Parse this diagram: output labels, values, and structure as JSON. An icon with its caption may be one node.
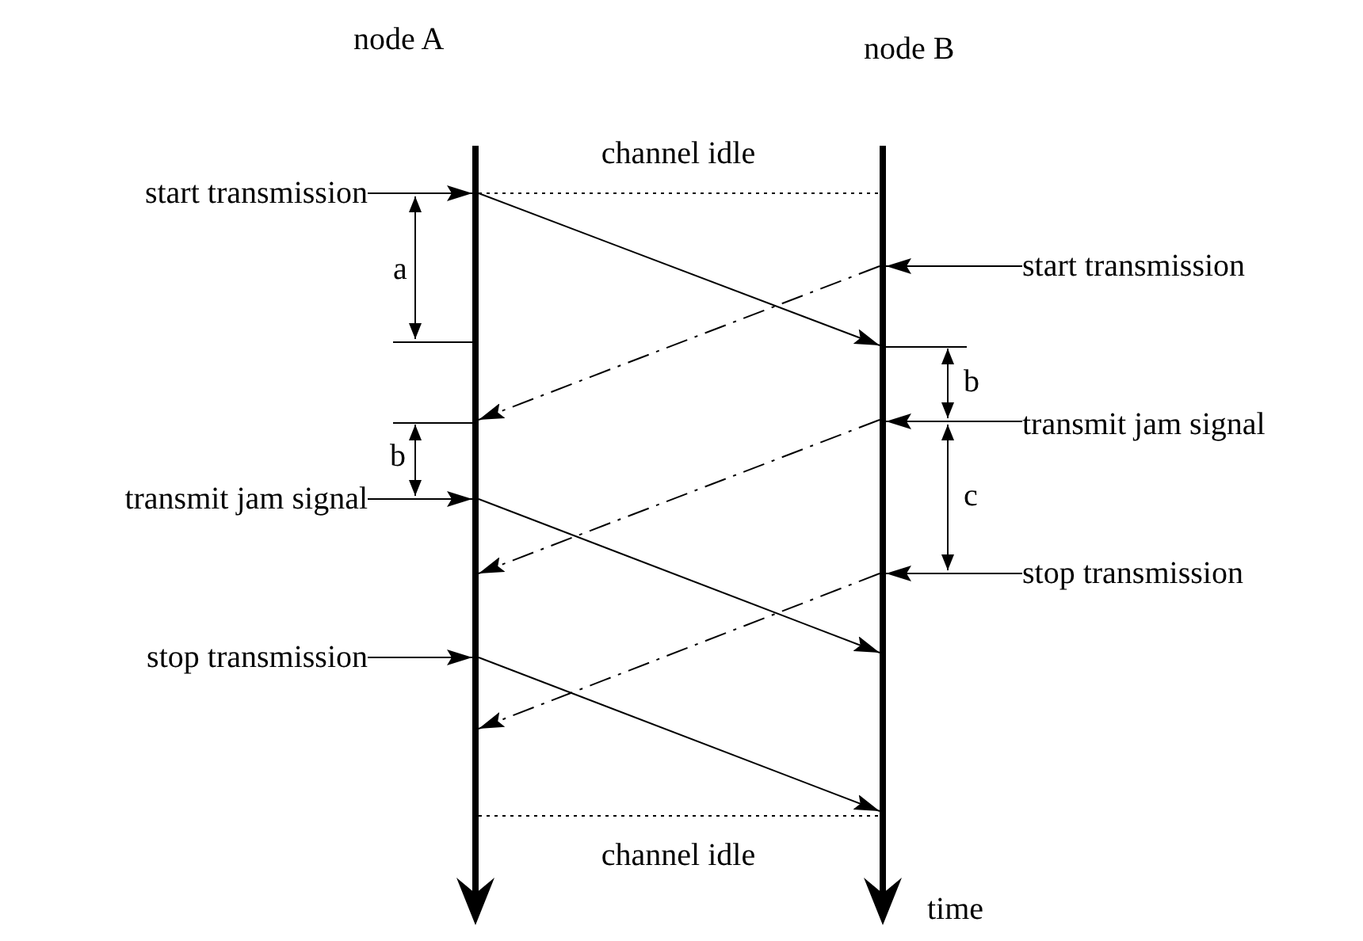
{
  "diagram": {
    "nodes": [
      {
        "text": [
          "node A"
        ]
      },
      {
        "text": [
          "node B"
        ]
      },
      {
        "text": [
          "start transmission"
        ]
      },
      {
        "text": [
          "transmit jam signal"
        ]
      },
      {
        "text": [
          "stop transmission"
        ]
      },
      {
        "text": [
          "start transmission"
        ]
      },
      {
        "text": [
          "transmit jam signal"
        ]
      },
      {
        "text": [
          "stop transmission"
        ]
      }
    ],
    "edges": [
      {
        "from": 2,
        "to": 0,
        "arrow": "to"
      },
      {
        "from": 3,
        "to": 0,
        "arrow": "to"
      },
      {
        "from": 4,
        "to": 0,
        "arrow": "to"
      },
      {
        "from": 5,
        "to": 1,
        "arrow": "to"
      },
      {
        "from": 6,
        "to": 1,
        "arrow": "to"
      },
      {
        "from": 7,
        "to": 1,
        "arrow": "to"
      },
      {
        "from": 0,
        "to": 1,
        "arrow": "none",
        "style": "dashed",
        "label": "channel idle"
      },
      {
        "from": 0,
        "to": 1,
        "arrow": "to"
      },
      {
        "from": 1,
        "to": 0,
        "arrow": "to",
        "style": "dashed"
      },
      {
        "from": 0,
        "to": 1,
        "arrow": "to"
      },
      {
        "from": 1,
        "to": 0,
        "arrow": "to",
        "style": "dashed"
      },
      {
        "from": 0,
        "to": 1,
        "arrow": "to"
      },
      {
        "from": 1,
        "to": 0,
        "arrow": "to",
        "style": "dashed"
      },
      {
        "from": 0,
        "to": 1,
        "arrow": "none",
        "style": "dashed",
        "label": "channel idle"
      }
    ],
    "labels": [
      "a",
      "b",
      "b",
      "c",
      "time"
    ]
  }
}
